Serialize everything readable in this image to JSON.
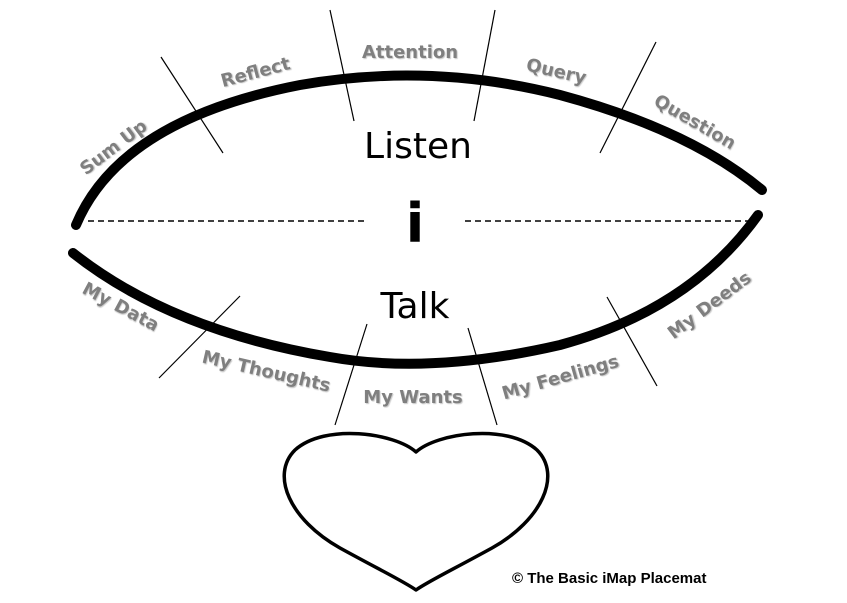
{
  "diagram": {
    "center_top": "Listen",
    "center_bottom": "Talk",
    "center_symbol": "i",
    "listen_labels": [
      "Sum Up",
      "Reflect",
      "Attention",
      "Query",
      "Question"
    ],
    "talk_labels": [
      "My Data",
      "My Thoughts",
      "My Wants",
      "My Feelings",
      "My Deeds"
    ],
    "copyright": "© The Basic iMap Placemat"
  },
  "colors": {
    "stroke": "#000000",
    "label": "#7f7f7f",
    "background": "#ffffff"
  }
}
